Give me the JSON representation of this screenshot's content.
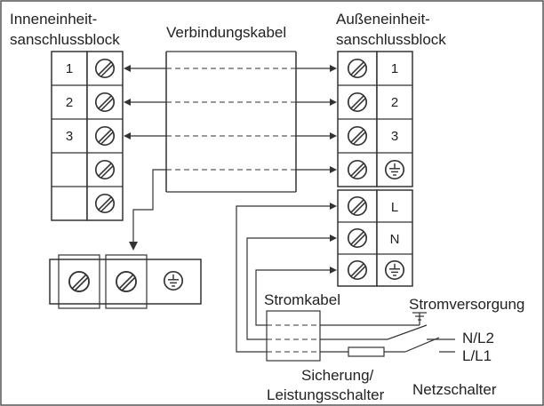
{
  "labels": {
    "indoor_block_line1": "Inneneinheit-",
    "indoor_block_line2": "sanschlussblock",
    "connection_cable": "Verbindungskabel",
    "outdoor_block_line1": "Außeneinheit-",
    "outdoor_block_line2": "sanschlussblock",
    "power_cable": "Stromkabel",
    "power_supply": "Stromversorgung",
    "fuse_line1": "Sicherung/",
    "fuse_line2": "Leistungsschalter",
    "mains_switch": "Netzschalter",
    "nl2": "N/L2",
    "ll1": "L/L1"
  },
  "indoor_terminals": [
    "1",
    "2",
    "3",
    "",
    ""
  ],
  "outdoor_signal_terminals": [
    "1",
    "2",
    "3"
  ],
  "outdoor_power_terminals": [
    "L",
    "N"
  ],
  "icons": {
    "screw": "slotted-screw-icon",
    "ground": "ground-icon",
    "arrow": "arrowhead-icon"
  },
  "colors": {
    "line": "#333333",
    "background": "#ffffff",
    "text": "#222222"
  }
}
